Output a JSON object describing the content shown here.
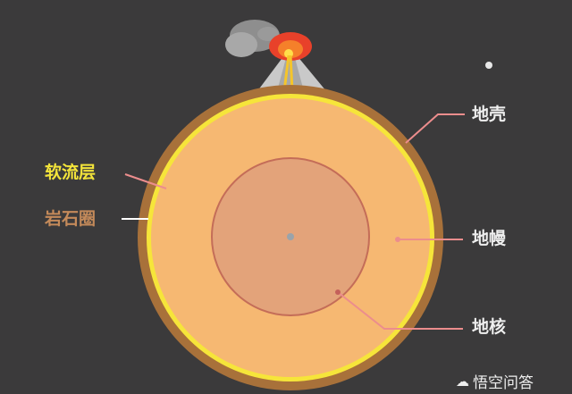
{
  "labels": {
    "crust": "地壳",
    "asthenosphere": "软流层",
    "lithosphere": "岩石圈",
    "mantle": "地幔",
    "core": "地核"
  },
  "watermark": "悟空问答",
  "colors": {
    "background": "#3b3a3b",
    "crust": "#a8713a",
    "asthenosphere": "#f6e53a",
    "mantle": "#f6b872",
    "core": "#e3a37a",
    "leader": "#ec8d8d"
  }
}
